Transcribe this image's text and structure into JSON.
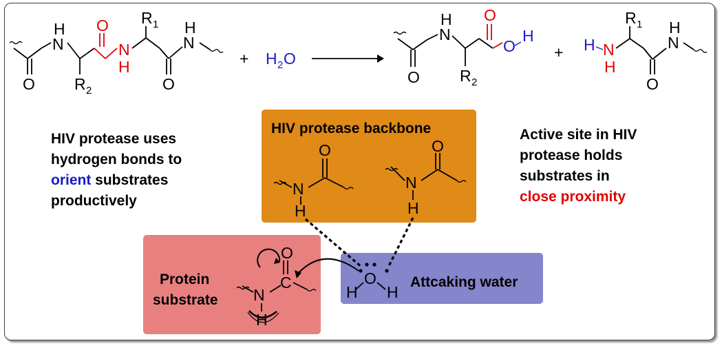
{
  "reaction": {
    "reactant_atoms": {
      "n1": "N",
      "h1": "H",
      "o1": "O",
      "r2": "R",
      "r2_sub": "2",
      "o2": "O",
      "n2": "N",
      "h2": "H",
      "r1": "R",
      "r1_sub": "1",
      "o3": "O",
      "n3": "N",
      "h3": "H"
    },
    "plus1": "+",
    "water": {
      "h": "H",
      "sub": "2",
      "o": "O"
    },
    "product1_atoms": {
      "n": "N",
      "h": "H",
      "o_keto": "O",
      "r2": "R",
      "r2_sub": "2",
      "o_acid": "O",
      "h_acid": "H"
    },
    "plus2": "+",
    "product2_atoms": {
      "h_amine": "H",
      "n_amine": "N",
      "h_amine2": "H",
      "r1": "R",
      "r1_sub": "1",
      "o": "O",
      "n": "N",
      "h": "H"
    }
  },
  "notes": {
    "left": {
      "line1": "HIV protease uses",
      "line2": "hydrogen bonds to",
      "line3_highlight": "orient",
      "line3_rest": " substrates",
      "line4": "productively",
      "highlight_color": "#1a1acc"
    },
    "right": {
      "line1": "Active site in HIV",
      "line2": "protease holds",
      "line3": "substrates in",
      "line4_highlight": "close proximity",
      "highlight_color": "#e00000"
    }
  },
  "boxes": {
    "backbone": {
      "label": "HIV protease backbone",
      "color": "#e08a17",
      "atoms": {
        "o_left": "O",
        "n_left": "N",
        "h_left": "H",
        "o_right": "O",
        "n_right": "N",
        "h_right": "H"
      }
    },
    "substrate": {
      "label_line1": "Protein",
      "label_line2": "substrate",
      "color": "#e88080",
      "atoms": {
        "o": "O",
        "c": "C",
        "n": "N",
        "h": "H"
      }
    },
    "water": {
      "label": "Attcaking water",
      "color": "#8585cc",
      "atoms": {
        "h_left": "H",
        "o": "O",
        "h_right": "H"
      }
    }
  }
}
